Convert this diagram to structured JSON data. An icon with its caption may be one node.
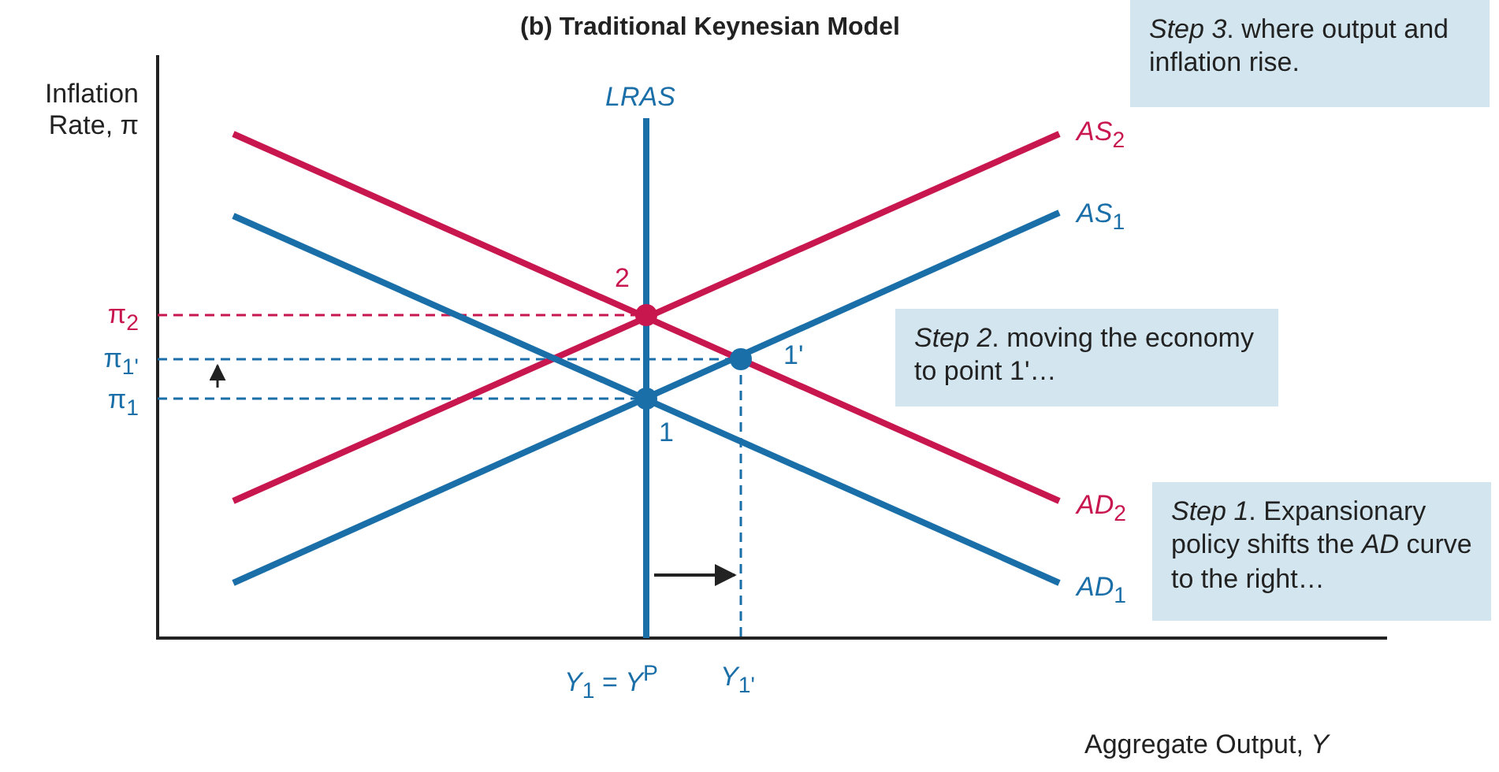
{
  "diagram": {
    "title": "(b) Traditional Keynesian Model",
    "nodes": [
      {
        "text": [
          "*Step 3*. where output and inflation rise."
        ]
      },
      {
        "text": [
          "*Step 2*. moving the economy to point 1'…"
        ]
      },
      {
        "text": [
          "*Step 1*. Expansionary policy shifts the *AD* curve to the right…"
        ]
      }
    ],
    "labels": [
      "Inflation Rate, π",
      "LRAS",
      "*AS*$_{2}$",
      "*AS*$_{1}$",
      "2",
      "π$_{2}$",
      "1'",
      "π$_{1'}$",
      "π$_{1}$",
      "1",
      "*AD*$_{2}$",
      "*AD*$_{1}$",
      "*Y*$_{1}$ = *Y*$^{P}$",
      "*Y*$_{1'}$",
      "Aggregate Output, *Y*"
    ]
  }
}
